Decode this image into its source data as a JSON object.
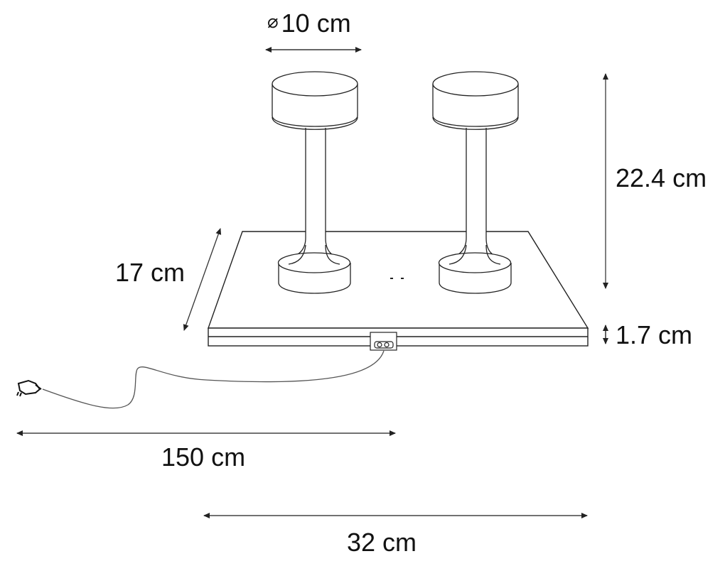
{
  "drawing": {
    "title": "Dimension drawing: two cordless table lamps on charging base plate with power cable",
    "stroke_color": "#222222",
    "background": "#ffffff"
  },
  "dimensions": {
    "shade_diameter": {
      "symbol": "⌀",
      "label": "10 cm",
      "value": 10,
      "unit": "cm"
    },
    "lamp_height": {
      "label": "22.4 cm",
      "value": 22.4,
      "unit": "cm"
    },
    "plate_depth": {
      "label": "17 cm",
      "value": 17,
      "unit": "cm"
    },
    "plate_thickness": {
      "symbol": "↕",
      "label": "1.7 cm",
      "value": 1.7,
      "unit": "cm"
    },
    "cable_length": {
      "label": "150 cm",
      "value": 150,
      "unit": "cm"
    },
    "plate_width": {
      "label": "32 cm",
      "value": 32,
      "unit": "cm"
    }
  },
  "components": {
    "lamps": [
      {
        "name": "left-lamp"
      },
      {
        "name": "right-lamp"
      }
    ],
    "base_plate": {
      "name": "charging-plate"
    },
    "connector": {
      "name": "power-connector"
    },
    "plug": {
      "name": "power-plug"
    }
  }
}
